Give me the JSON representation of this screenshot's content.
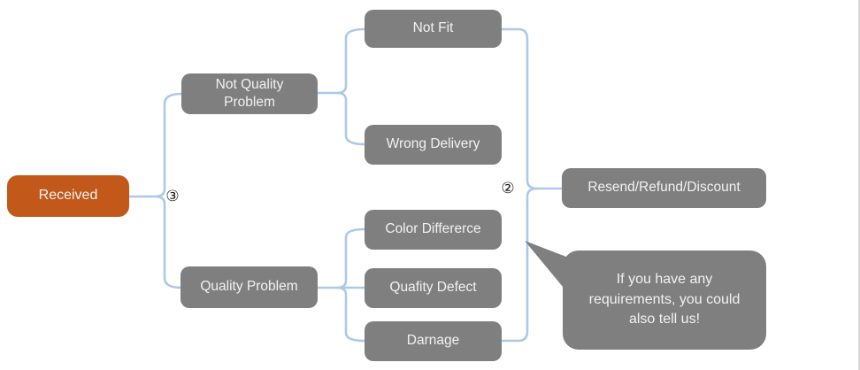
{
  "diagram": {
    "nodes": {
      "received": {
        "label": "Received"
      },
      "not_quality_problem": {
        "label": "Not Quality Problem"
      },
      "quality_problem": {
        "label": "Quality Problem"
      },
      "not_fit": {
        "label": "Not Fit"
      },
      "wrong_delivery": {
        "label": "Wrong Delivery"
      },
      "color_difference": {
        "label": "Color Differerce"
      },
      "quality_defect": {
        "label": "Quafity Defect"
      },
      "damage": {
        "label": "Darnage"
      },
      "outcome": {
        "label": "Resend/Refund/Discount"
      },
      "callout": {
        "label": "If you have any requirements, you could also tell us!"
      }
    },
    "annotations": {
      "left_brace_label": "③",
      "right_brace_label": "②"
    },
    "colors": {
      "root_fill": "#c2591b",
      "node_fill": "#7f7f7f",
      "node_text": "#f2f2f2",
      "connector": "#adc9e8",
      "background": "#ffffff"
    }
  }
}
